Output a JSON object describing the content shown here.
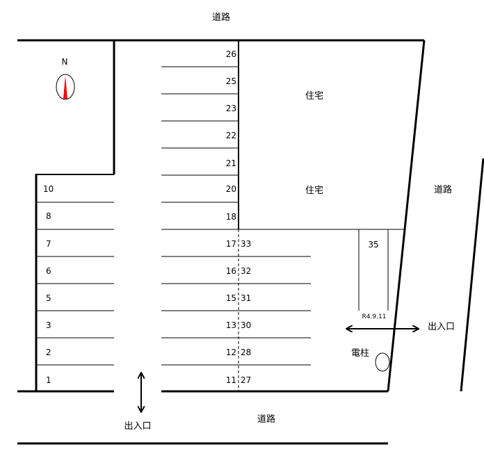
{
  "roads": {
    "top": "道路",
    "bottom": "道路",
    "right": "道路"
  },
  "houses": {
    "upper": "住宅",
    "lower": "住宅"
  },
  "compass": {
    "label": "N",
    "needle_color": "#ff0000"
  },
  "entrances": {
    "bottom": "出入口",
    "right": "出入口"
  },
  "utility_pole": "電柱",
  "date_note": "R4.9.11",
  "left_column_slots": [
    "10",
    "8",
    "7",
    "6",
    "5",
    "3",
    "2",
    "1"
  ],
  "center_upper_slots": [
    "26",
    "25",
    "23",
    "22",
    "21",
    "20",
    "18"
  ],
  "center_lower_left_slots": [
    "17",
    "16",
    "15",
    "13",
    "12",
    "11"
  ],
  "center_lower_right_slots": [
    "33",
    "32",
    "31",
    "30",
    "28",
    "27"
  ],
  "right_slot": "35"
}
